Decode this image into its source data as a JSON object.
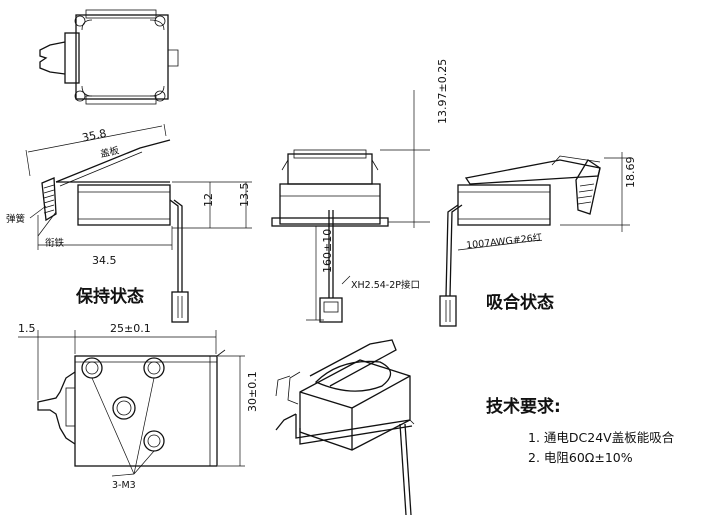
{
  "views": {
    "holding_state": "保持状态",
    "suction_state": "吸合状态"
  },
  "dimensions": {
    "length_35_8": "35.8",
    "length_34_5": "34.5",
    "height_12": "12",
    "height_13_5": "13.5",
    "height_13_97": "13.97±0.25",
    "height_18_69": "18.69",
    "lead_160": "160±10",
    "offset_1_5": "1.5",
    "width_25": "25±0.1",
    "depth_30": "30±0.1"
  },
  "labels": {
    "cover_plate": "盖板",
    "spring": "弹簧",
    "armature": "衔铁",
    "connector": "XH2.54-2P接口",
    "wire": "1007AWG#26红",
    "holes": "3-M3"
  },
  "requirements": {
    "title": "技术要求:",
    "item1": "1. 通电DC24V盖板能吸合",
    "item2": "2. 电阻60Ω±10%"
  }
}
